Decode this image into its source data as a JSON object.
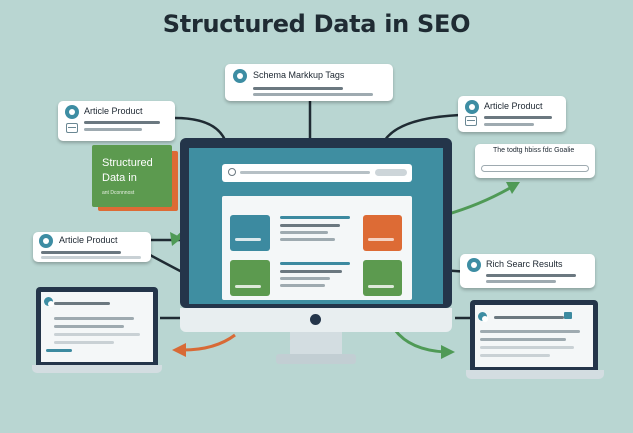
{
  "title": "Structured Data in SEO",
  "cards": {
    "schema": "Schema Markkup Tags",
    "article_top": "Article Product",
    "article_right": "Article Product",
    "article_left": "Article Product",
    "search_top": "The todtg hbiss fdc Goalie",
    "rich": "Rich Searc Results"
  },
  "green_card": {
    "line1": "Structured",
    "line2": "Data in",
    "sub": "ant Dconnnost"
  },
  "colors": {
    "background": "#b9d6d2",
    "monitor_frame": "#24354a",
    "screen": "#3f8ea1",
    "green": "#5c9a4f",
    "orange": "#dd6b35",
    "teal_tile": "#3c8aa0",
    "arrow_green": "#4f9a56",
    "arrow_orange": "#d86a36"
  }
}
